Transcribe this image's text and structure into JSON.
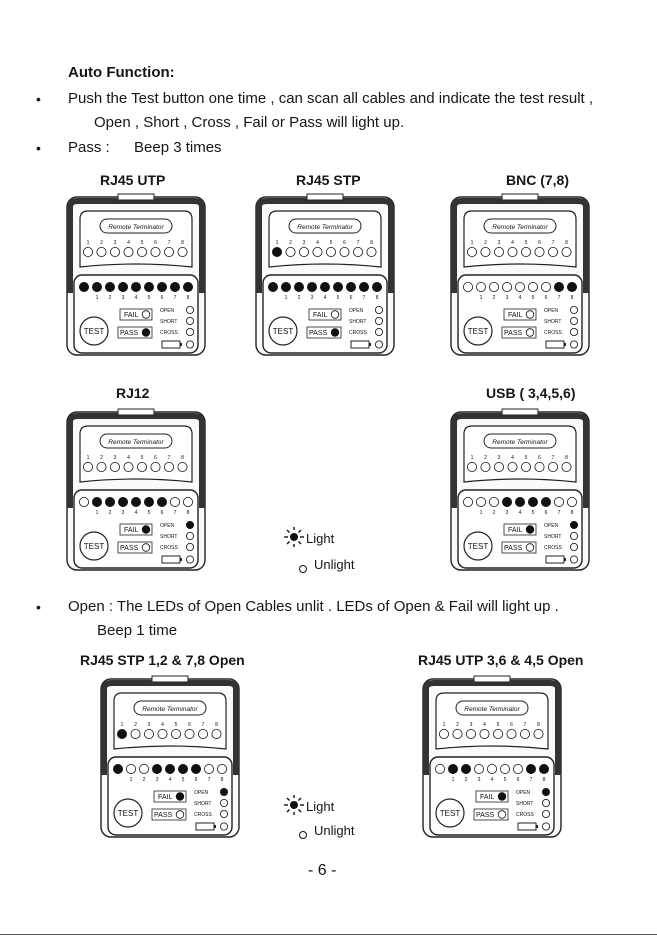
{
  "auto_function": {
    "heading": "Auto Function:",
    "line1": "Push the Test button one time , can scan all cables and indicate the test result ,",
    "line2": "Open , Short , Cross , Fail or Pass will light up.",
    "pass_label": "Pass :",
    "pass_text": "Beep 3 times"
  },
  "device_text": {
    "header": "Remote Terminator",
    "test": "TEST",
    "fail": "FAIL",
    "pass": "PASS",
    "open": "OPEN",
    "short": "SHORT",
    "cross": "CROSS",
    "pins": [
      "1",
      "2",
      "3",
      "4",
      "5",
      "6",
      "7",
      "8"
    ]
  },
  "devices": [
    {
      "caption": "RJ45 UTP",
      "lit": [
        1,
        1,
        1,
        1,
        1,
        1,
        1,
        1,
        1
      ],
      "fail": false,
      "pass": true,
      "open": false,
      "short": false,
      "cross": false,
      "top_lit": []
    },
    {
      "caption": "RJ45 STP",
      "lit": [
        1,
        1,
        1,
        1,
        1,
        1,
        1,
        1,
        1
      ],
      "fail": false,
      "pass": true,
      "open": false,
      "short": false,
      "cross": false,
      "top_lit": [
        0
      ]
    },
    {
      "caption": "BNC (7,8)",
      "lit": [
        0,
        0,
        0,
        0,
        0,
        0,
        0,
        1,
        1
      ],
      "fail": false,
      "pass": false,
      "open": false,
      "short": false,
      "cross": false,
      "top_lit": []
    },
    {
      "caption": "RJ12",
      "lit": [
        0,
        1,
        1,
        1,
        1,
        1,
        1,
        0,
        0
      ],
      "fail": true,
      "pass": false,
      "open": true,
      "short": false,
      "cross": false,
      "top_lit": []
    },
    {
      "caption": "USB ( 3,4,5,6)",
      "lit": [
        0,
        0,
        0,
        1,
        1,
        1,
        1,
        0,
        0
      ],
      "fail": true,
      "pass": false,
      "open": true,
      "short": false,
      "cross": false,
      "top_lit": []
    },
    {
      "caption": "RJ45 STP 1,2 & 7,8 Open",
      "lit": [
        1,
        0,
        0,
        1,
        1,
        1,
        1,
        0,
        0
      ],
      "fail": true,
      "pass": false,
      "open": true,
      "short": false,
      "cross": false,
      "top_lit": [
        0
      ]
    },
    {
      "caption": "RJ45 UTP 3,6 & 4,5 Open",
      "lit": [
        0,
        1,
        1,
        0,
        0,
        0,
        0,
        1,
        1
      ],
      "fail": true,
      "pass": false,
      "open": true,
      "short": false,
      "cross": false,
      "top_lit": []
    }
  ],
  "legend": {
    "light": "Light",
    "unlight": "Unlight"
  },
  "open_section": {
    "line1": "Open : The LEDs of Open Cables unlit . LEDs of Open & Fail will light up .",
    "line2": "Beep 1 time"
  },
  "page_number": "- 6 -"
}
